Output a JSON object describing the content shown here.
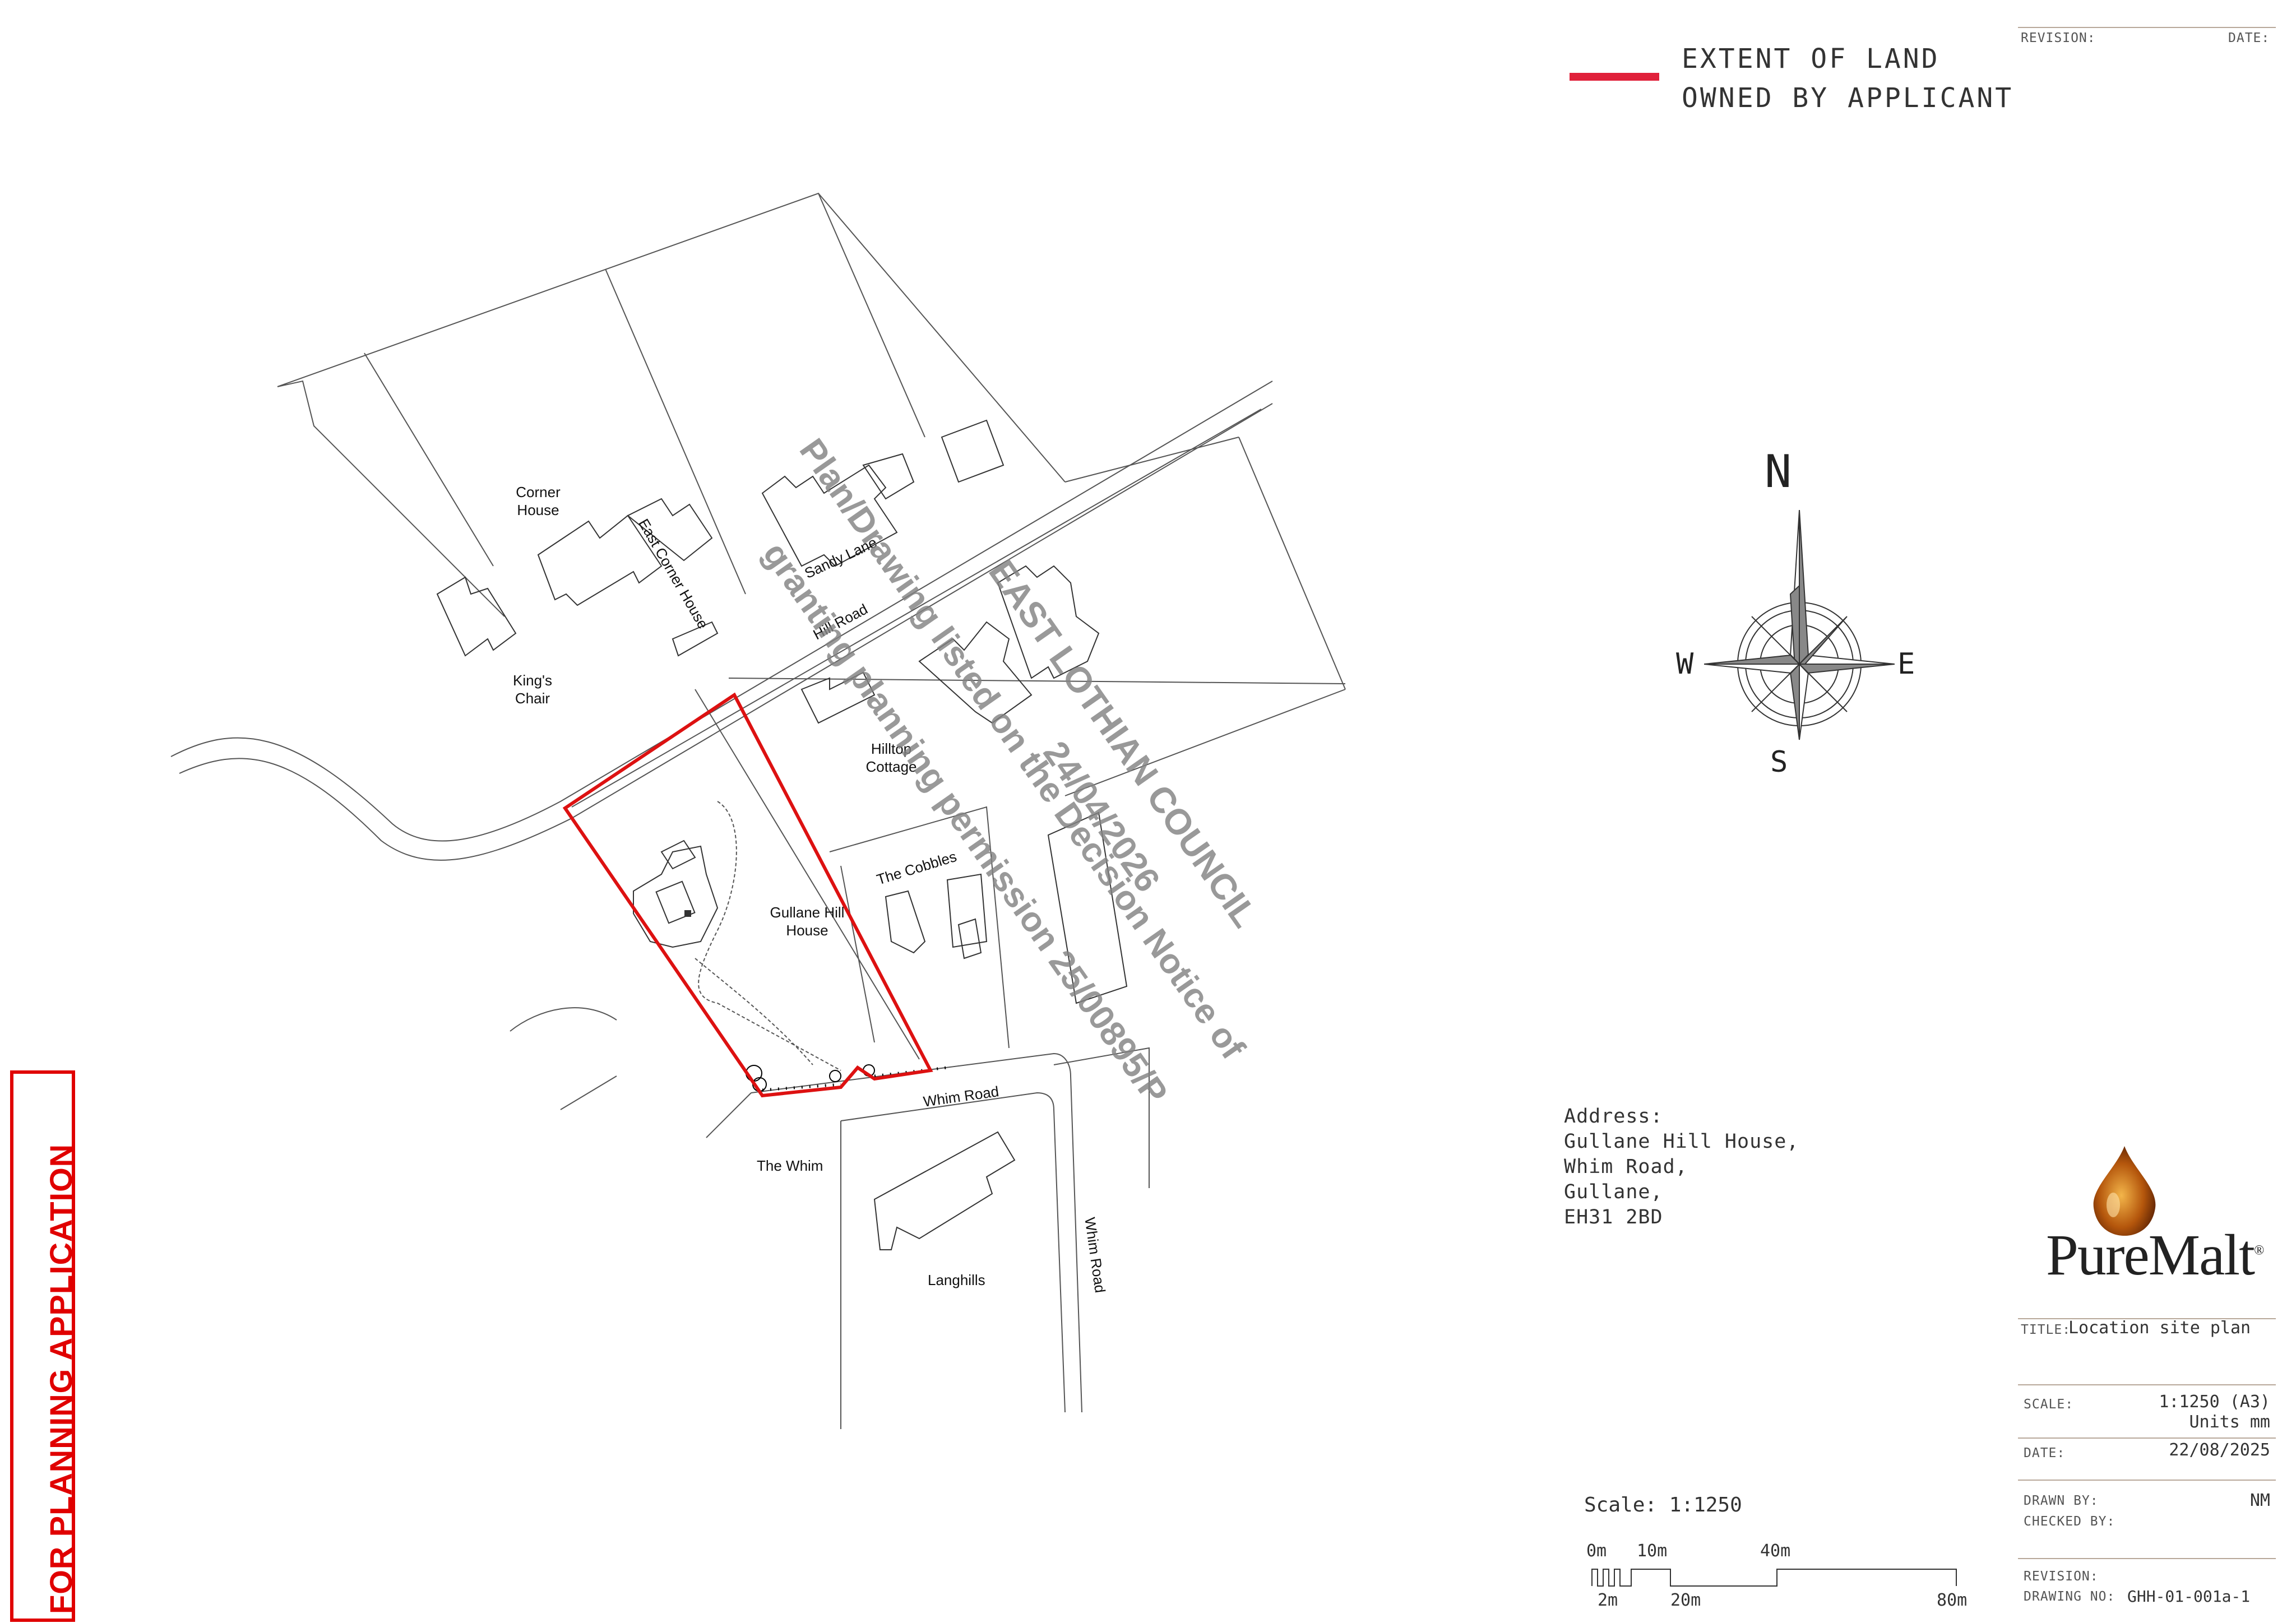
{
  "title_block": {
    "revision_label": "REVISION:",
    "date_label_top": "DATE:",
    "title_label": "TITLE:",
    "title_value": "Location site plan",
    "scale_label": "SCALE:",
    "scale_value": "1:1250 (A3)",
    "units_value": "Units mm",
    "date_label": "DATE:",
    "date_value": "22/08/2025",
    "drawn_by_label": "DRAWN BY:",
    "drawn_by_value": "NM",
    "checked_by_label": "CHECKED BY:",
    "revision_label_bottom": "REVISION:",
    "drawing_no_label": "DRAWING NO:",
    "drawing_no_value": "GHH-01-001a-1"
  },
  "legend": {
    "line_color": "#e0203a",
    "line1": "EXTENT OF LAND",
    "line2": "OWNED BY APPLICANT"
  },
  "address": {
    "heading": "Address:",
    "lines": [
      "Gullane Hill House,",
      "Whim Road,",
      "Gullane,",
      "EH31 2BD"
    ]
  },
  "compass": {
    "icon": "compass-rose-icon",
    "n": "N",
    "s": "S",
    "e": "E",
    "w": "W"
  },
  "scale_bar": {
    "title": "Scale: 1:1250",
    "top_labels": [
      "0m",
      "10m",
      "40m"
    ],
    "bottom_labels": [
      "2m",
      "20m",
      "80m"
    ]
  },
  "map_labels": {
    "corner_house": "Corner\nHouse",
    "east_corner_house": "East Corner House",
    "sandy_lane": "Sandy Lane",
    "hill_road": "Hill Road",
    "kings_chair": "King's\nChair",
    "hilltop_cottage": "Hilltop\nCottage",
    "the_cobbles": "The Cobbles",
    "gullane_hill_house": "Gullane Hill\nHouse",
    "whim_road": "Whim Road",
    "whim_road_vertical": "Whim Road",
    "the_whim": "The Whim",
    "langhills": "Langhills"
  },
  "site_boundary_color": "#dd1111",
  "stamp": {
    "line1": "EAST LOTHIAN COUNCIL",
    "line2": "Plan/Drawing listed on the Decision Notice of",
    "line3": "24/04/2026",
    "line4": "granting planning permission 25/00895/P"
  },
  "planning_banner": {
    "text": "FOR PLANNING APPLICATION",
    "color": "#e00000"
  },
  "logo": {
    "icon": "oil-drop-icon",
    "text": "PureMalt",
    "registered": "®"
  }
}
